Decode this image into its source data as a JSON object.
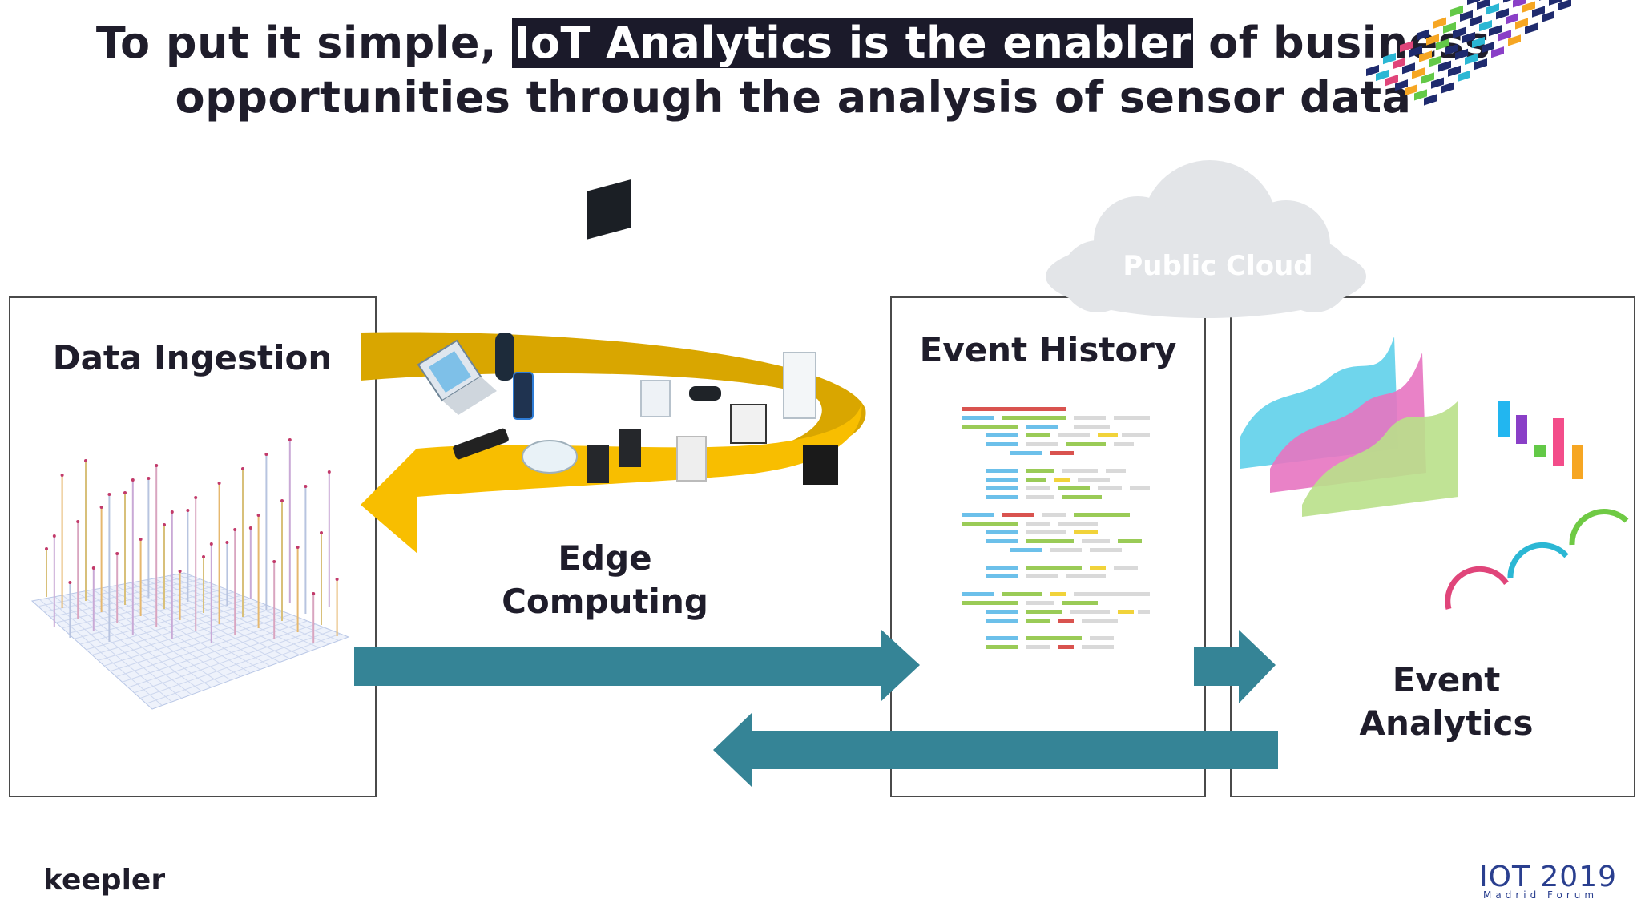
{
  "title": {
    "before": "To put it simple, ",
    "highlight": "IoT Analytics is the enabler",
    "after": " of business",
    "line2": "opportunities through the analysis of sensor data"
  },
  "panels": {
    "data_ingestion": "Data Ingestion",
    "edge_line1": "Edge",
    "edge_line2": "Computing",
    "event_history": "Event History",
    "event_analytics_line1": "Event",
    "event_analytics_line2": "Analytics",
    "public_cloud": "Public Cloud"
  },
  "logos": {
    "keepler": "keepler",
    "iot_main": "IOT 2019",
    "iot_sub": "Madrid Forum"
  },
  "colors": {
    "arrow_teal": "#358496",
    "ring_gold": "#d7a500",
    "ring_yellow": "#f7bd00",
    "cloud_grey": "#e2e4e7",
    "highlight_bg": "#1b1a2a"
  }
}
